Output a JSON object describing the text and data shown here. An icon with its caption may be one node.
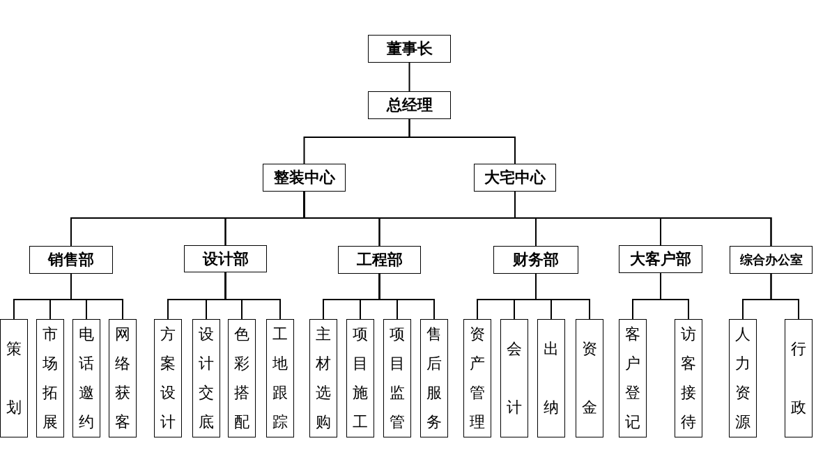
{
  "diagram": {
    "nodes": [
      {
        "text": [
          "董事长"
        ]
      },
      {
        "text": [
          "总经理"
        ]
      },
      {
        "text": [
          "整装中心"
        ]
      },
      {
        "text": [
          "大宅中心"
        ]
      },
      {
        "text": [
          "销售部"
        ]
      },
      {
        "text": [
          "设计部"
        ]
      },
      {
        "text": [
          "工程部"
        ]
      },
      {
        "text": [
          "财务部"
        ]
      },
      {
        "text": [
          "大客户部"
        ]
      },
      {
        "text": [
          "综合办公室"
        ]
      },
      {
        "text": [
          "策划"
        ]
      },
      {
        "text": [
          "市场拓展"
        ]
      },
      {
        "text": [
          "电话邀约"
        ]
      },
      {
        "text": [
          "网络获客"
        ]
      },
      {
        "text": [
          "方案设计"
        ]
      },
      {
        "text": [
          "设计交底"
        ]
      },
      {
        "text": [
          "色彩搭配"
        ]
      },
      {
        "text": [
          "工地跟踪"
        ]
      },
      {
        "text": [
          "主材选购"
        ]
      },
      {
        "text": [
          "项目施工"
        ]
      },
      {
        "text": [
          "项目监管"
        ]
      },
      {
        "text": [
          "售后服务"
        ]
      },
      {
        "text": [
          "资产管理"
        ]
      },
      {
        "text": [
          "会计"
        ]
      },
      {
        "text": [
          "出纳"
        ]
      },
      {
        "text": [
          "资金"
        ]
      },
      {
        "text": [
          "客户登记"
        ]
      },
      {
        "text": [
          "访客接待"
        ]
      },
      {
        "text": [
          "人力资源"
        ]
      },
      {
        "text": [
          "行政"
        ]
      }
    ],
    "edges": [
      {
        "from": 0,
        "to": 1,
        "arrow": "none"
      },
      {
        "from": 1,
        "to": 2,
        "arrow": "none"
      },
      {
        "from": 1,
        "to": 3,
        "arrow": "none"
      },
      {
        "from": 2,
        "to": 4,
        "arrow": "none"
      },
      {
        "from": 2,
        "to": 5,
        "arrow": "none"
      },
      {
        "from": 2,
        "to": 6,
        "arrow": "none"
      },
      {
        "from": 2,
        "to": 7,
        "arrow": "none"
      },
      {
        "from": 2,
        "to": 8,
        "arrow": "none"
      },
      {
        "from": 2,
        "to": 9,
        "arrow": "none"
      },
      {
        "from": 3,
        "to": 4,
        "arrow": "none"
      },
      {
        "from": 3,
        "to": 5,
        "arrow": "none"
      },
      {
        "from": 3,
        "to": 6,
        "arrow": "none"
      },
      {
        "from": 3,
        "to": 7,
        "arrow": "none"
      },
      {
        "from": 3,
        "to": 8,
        "arrow": "none"
      },
      {
        "from": 3,
        "to": 9,
        "arrow": "none"
      },
      {
        "from": 4,
        "to": 10,
        "arrow": "none"
      },
      {
        "from": 4,
        "to": 11,
        "arrow": "none"
      },
      {
        "from": 4,
        "to": 12,
        "arrow": "none"
      },
      {
        "from": 4,
        "to": 13,
        "arrow": "none"
      },
      {
        "from": 5,
        "to": 14,
        "arrow": "none"
      },
      {
        "from": 5,
        "to": 15,
        "arrow": "none"
      },
      {
        "from": 5,
        "to": 16,
        "arrow": "none"
      },
      {
        "from": 5,
        "to": 17,
        "arrow": "none"
      },
      {
        "from": 6,
        "to": 18,
        "arrow": "none"
      },
      {
        "from": 6,
        "to": 19,
        "arrow": "none"
      },
      {
        "from": 6,
        "to": 20,
        "arrow": "none"
      },
      {
        "from": 6,
        "to": 21,
        "arrow": "none"
      },
      {
        "from": 7,
        "to": 22,
        "arrow": "none"
      },
      {
        "from": 7,
        "to": 23,
        "arrow": "none"
      },
      {
        "from": 7,
        "to": 24,
        "arrow": "none"
      },
      {
        "from": 7,
        "to": 25,
        "arrow": "none"
      },
      {
        "from": 8,
        "to": 26,
        "arrow": "none"
      },
      {
        "from": 8,
        "to": 27,
        "arrow": "none"
      },
      {
        "from": 9,
        "to": 28,
        "arrow": "none"
      },
      {
        "from": 9,
        "to": 29,
        "arrow": "none"
      }
    ]
  }
}
